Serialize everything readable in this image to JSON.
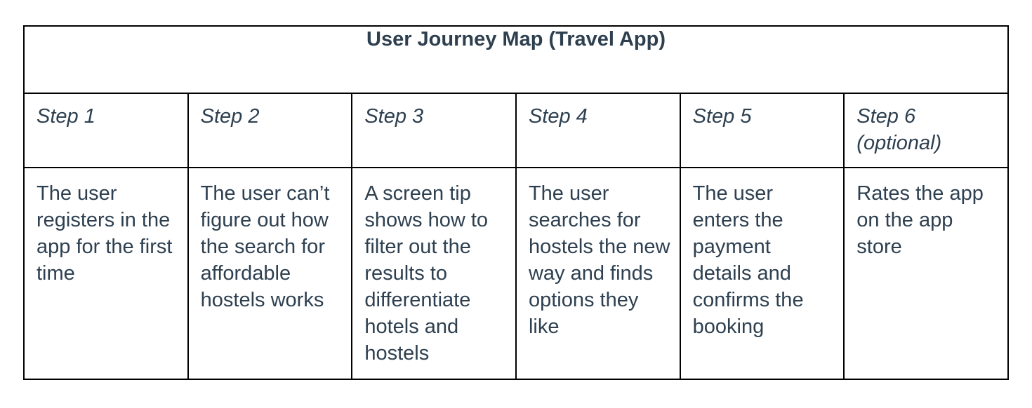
{
  "table": {
    "title": "User Journey Map (Travel App)",
    "columns": [
      {
        "step": "Step 1",
        "description": "The user registers in the app for the first time"
      },
      {
        "step": "Step 2",
        "description": "The user can’t figure out how the search for affordable hostels works"
      },
      {
        "step": "Step 3",
        "description": "A screen tip shows how to filter out the results to differentiate hotels and hostels"
      },
      {
        "step": "Step 4",
        "description": "The user searches for hostels the new way and finds options they like"
      },
      {
        "step": "Step 5",
        "description": "The user enters the payment details and confirms the booking"
      },
      {
        "step": "Step 6 (optional)",
        "description": "Rates the app on the app store"
      }
    ],
    "colors": {
      "text": "#2e4050",
      "border": "#000000",
      "background": "#ffffff"
    }
  }
}
